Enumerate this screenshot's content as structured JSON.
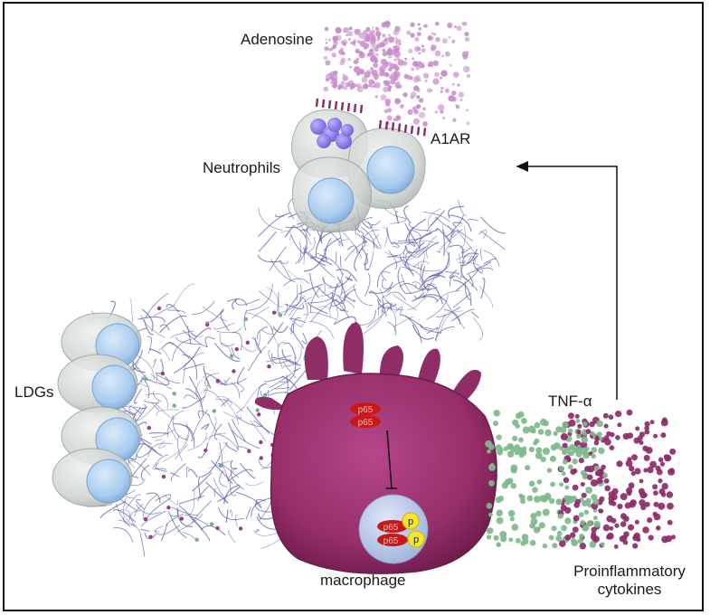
{
  "labels": {
    "adenosine": "Adenosine",
    "a1ar": "A1AR",
    "neutrophils": "Neutrophils",
    "ldgs": "LDGs",
    "tnf": "TNF-α",
    "macrophage": "macrophage",
    "proinflammatory_line1": "Proinflammatory",
    "proinflammatory_line2": "cytokines"
  },
  "protein_labels": {
    "p65": "p65",
    "p": "p"
  },
  "colors": {
    "adenosine_dots": "#c88fcc",
    "receptor": "#8a2a6a",
    "cell_membrane": "#b9c0bc",
    "nucleus": "#a9cdee",
    "net_fibers": "#5a5fae",
    "macrophage": "#a0356f",
    "macrophage_dark": "#7a1f55",
    "p65": "#cc1a1a",
    "phospho": "#f2e633",
    "cytokine_green": "#7fb98b",
    "cytokine_purple": "#8d2a68"
  }
}
